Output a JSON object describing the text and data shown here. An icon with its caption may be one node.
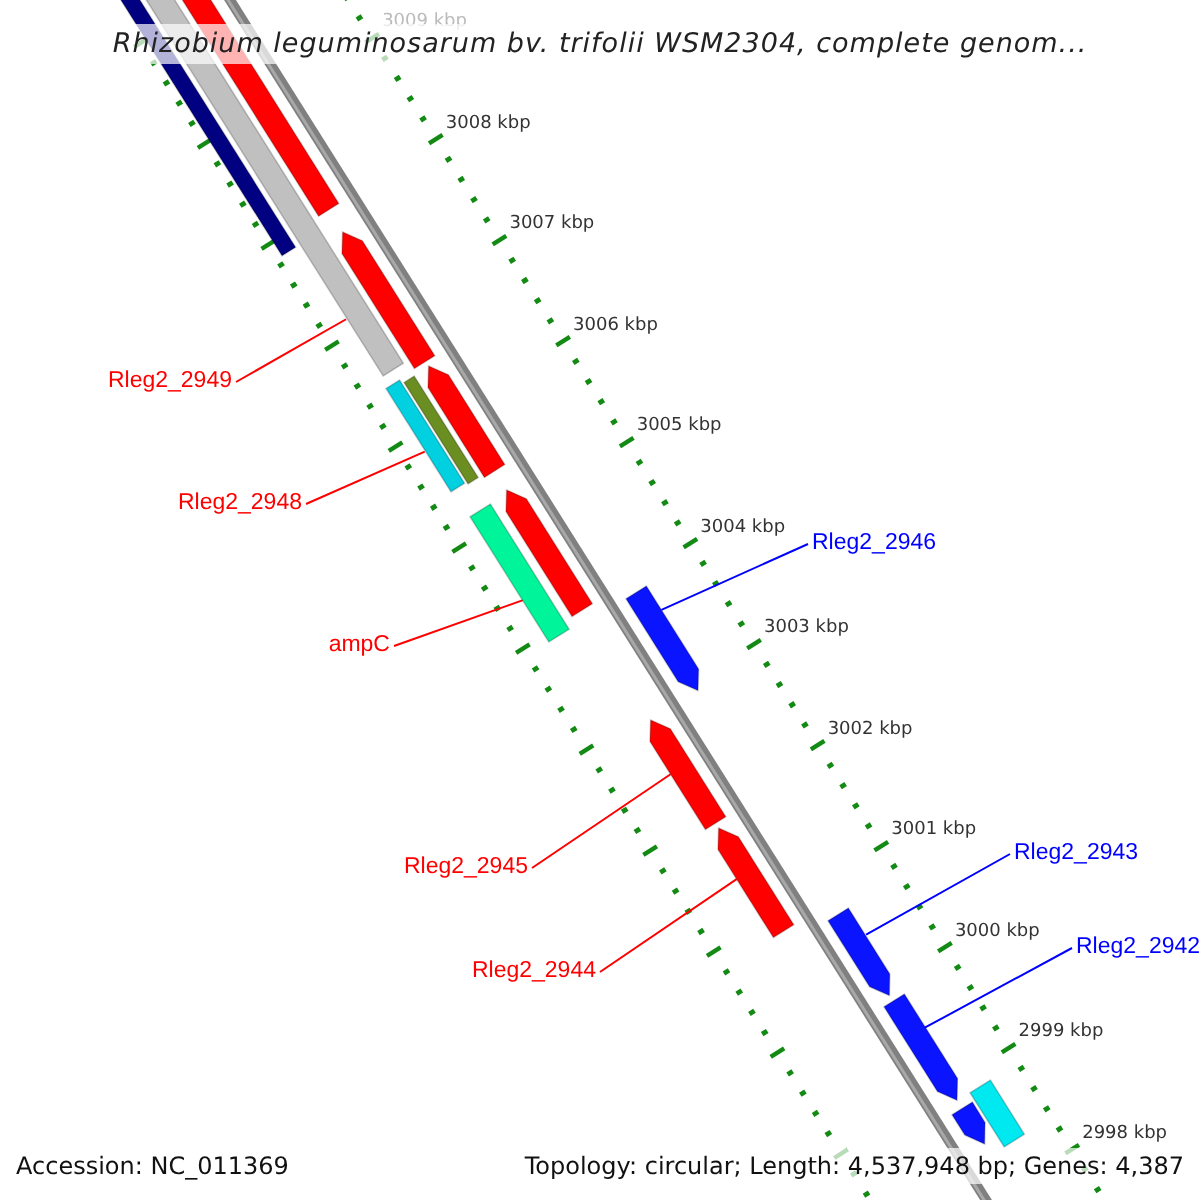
{
  "diagram": {
    "title": "Rhizobium leguminosarum bv. trifolii WSM2304, complete genom...",
    "nodes": [
      {
        "text": [
          "Rleg2_2949"
        ]
      },
      {
        "text": [],
        "shape": "bar"
      },
      {
        "text": [
          "Rleg2_2948"
        ]
      },
      {
        "text": [],
        "shape": "bar"
      },
      {
        "text": [
          "Rleg2_2946"
        ]
      },
      {
        "text": [
          "ampC"
        ]
      },
      {
        "text": [],
        "shape": "bar"
      },
      {
        "text": [],
        "shape": "bar"
      },
      {
        "text": [
          "Rleg2_2945"
        ]
      },
      {
        "text": [],
        "shape": "bar"
      },
      {
        "text": [
          "Rleg2_2943"
        ]
      },
      {
        "text": [
          "Rleg2_2944"
        ]
      },
      {
        "text": [],
        "shape": "bar"
      },
      {
        "text": [],
        "shape": "bar"
      },
      {
        "text": [
          "Rleg2_2942"
        ]
      },
      {
        "text": [],
        "shape": "bar"
      },
      {
        "text": [],
        "shape": "bar"
      },
      {
        "text": [],
        "shape": "bar"
      },
      {
        "text": [],
        "shape": "bar"
      },
      {
        "text": [],
        "shape": "bar"
      },
      {
        "text": [],
        "shape": "bar"
      },
      {
        "text": [],
        "shape": "bar"
      },
      {
        "text": [],
        "shape": "bar"
      },
      {
        "text": [],
        "shape": "bar"
      }
    ],
    "edges": [
      {
        "from": 0,
        "to": 1,
        "arrow": "none"
      },
      {
        "from": 2,
        "to": 3,
        "arrow": "none"
      },
      {
        "from": 4,
        "to": 7,
        "arrow": "none",
        "color": "#0000ff"
      },
      {
        "from": 5,
        "to": 6,
        "arrow": "none"
      },
      {
        "from": 8,
        "to": 9,
        "arrow": "none"
      },
      {
        "from": 10,
        "to": 13,
        "arrow": "none",
        "color": "#0000ff"
      },
      {
        "from": 11,
        "to": 12,
        "arrow": "none"
      },
      {
        "from": 14,
        "to": 15,
        "arrow": "none",
        "color": "#0000ff"
      }
    ],
    "labels": [
      "3009 kbp",
      "3008 kbp",
      "3007 kbp",
      "3006 kbp",
      "3005 kbp",
      "3004 kbp",
      "3003 kbp",
      "3002 kbp",
      "3001 kbp",
      "3000 kbp",
      "2999 kbp",
      "2998 kbp",
      "Accession: NC_011369",
      "Topology: circular; Length: 4,537,948 bp; Genes: 4,387"
    ]
  }
}
